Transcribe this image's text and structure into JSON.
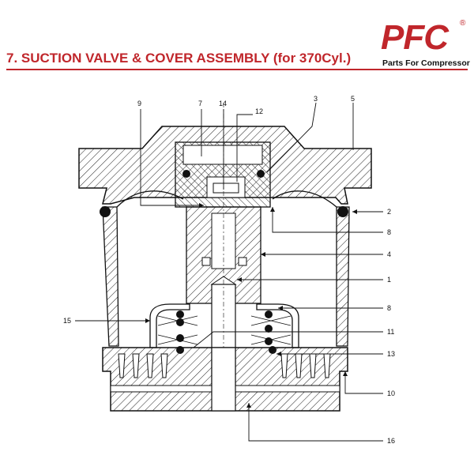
{
  "header": {
    "title": "7. SUCTION VALVE & COVER ASSEMBLY (for 370Cyl.)"
  },
  "logo": {
    "mark": "PFC",
    "registered": "®",
    "tagline": "Parts For Compressor"
  },
  "colors": {
    "brand": "#c0262b",
    "line": "#111111"
  },
  "callouts": {
    "c9": "9",
    "c7": "7",
    "c14": "14",
    "c12": "12",
    "c3": "3",
    "c5": "5",
    "c2": "2",
    "c8a": "8",
    "c4": "4",
    "c1": "1",
    "c15": "15",
    "c8b": "8",
    "c11": "11",
    "c13": "13",
    "c10": "10",
    "c16": "16"
  }
}
